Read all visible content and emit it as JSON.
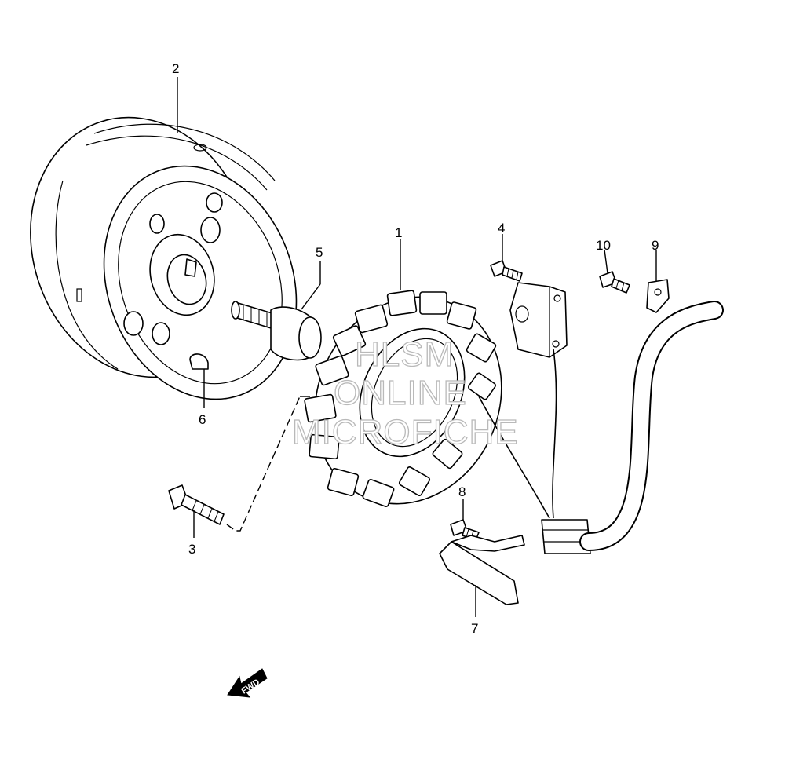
{
  "diagram": {
    "callouts": [
      {
        "id": "callout-1",
        "text": "1"
      },
      {
        "id": "callout-2",
        "text": "2"
      },
      {
        "id": "callout-3",
        "text": "3"
      },
      {
        "id": "callout-4",
        "text": "4"
      },
      {
        "id": "callout-5",
        "text": "5"
      },
      {
        "id": "callout-6",
        "text": "6"
      },
      {
        "id": "callout-7",
        "text": "7"
      },
      {
        "id": "callout-8",
        "text": "8"
      },
      {
        "id": "callout-9",
        "text": "9"
      },
      {
        "id": "callout-10",
        "text": "10"
      }
    ],
    "direction_arrow": "FWD",
    "watermark": [
      "HLSM",
      "ONLINE",
      "MICROFICHE"
    ]
  },
  "colors": {
    "line": "#000000",
    "background": "#ffffff",
    "watermark_outline": "#b9b9b9"
  }
}
